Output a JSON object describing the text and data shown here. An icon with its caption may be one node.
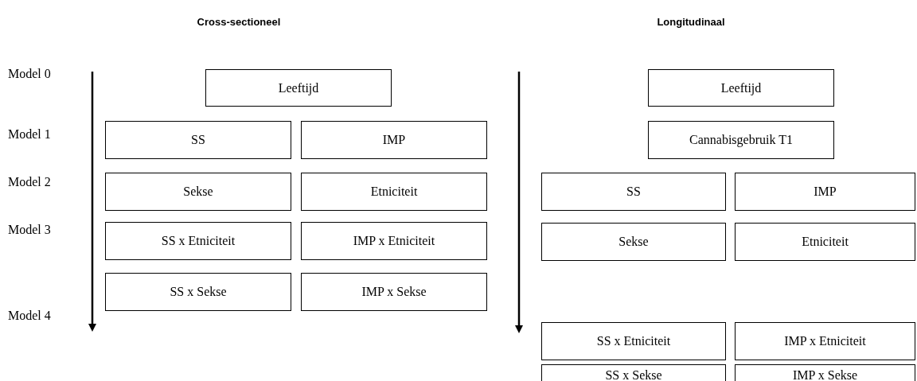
{
  "diagram": {
    "nodes": [
      {
        "text": [
          "Leeftijd"
        ]
      },
      {
        "text": [
          "SS"
        ]
      },
      {
        "text": [
          "IMP"
        ]
      },
      {
        "text": [
          "Sekse"
        ]
      },
      {
        "text": [
          "Etniciteit"
        ]
      },
      {
        "text": [
          "SS x Etniciteit"
        ]
      },
      {
        "text": [
          "IMP x Etniciteit"
        ]
      },
      {
        "text": [
          "SS x Sekse"
        ]
      },
      {
        "text": [
          "IMP x Sekse"
        ]
      },
      {
        "text": [
          "Leeftijd"
        ]
      },
      {
        "text": [
          "Cannabisgebruik T1"
        ]
      },
      {
        "text": [
          "SS"
        ]
      },
      {
        "text": [
          "IMP"
        ]
      },
      {
        "text": [
          "Sekse"
        ]
      },
      {
        "text": [
          "Etniciteit"
        ]
      },
      {
        "text": [
          "SS x Etniciteit"
        ]
      },
      {
        "text": [
          "IMP x Etniciteit"
        ]
      },
      {
        "text": [
          "SS x Sekse"
        ]
      },
      {
        "text": [
          "IMP x Sekse"
        ]
      }
    ],
    "labels": [
      "Cross-sectioneel",
      "Longitudinaal",
      "Model 0",
      "Model 1",
      "Model 2",
      "Model 3",
      "Model 4"
    ]
  }
}
